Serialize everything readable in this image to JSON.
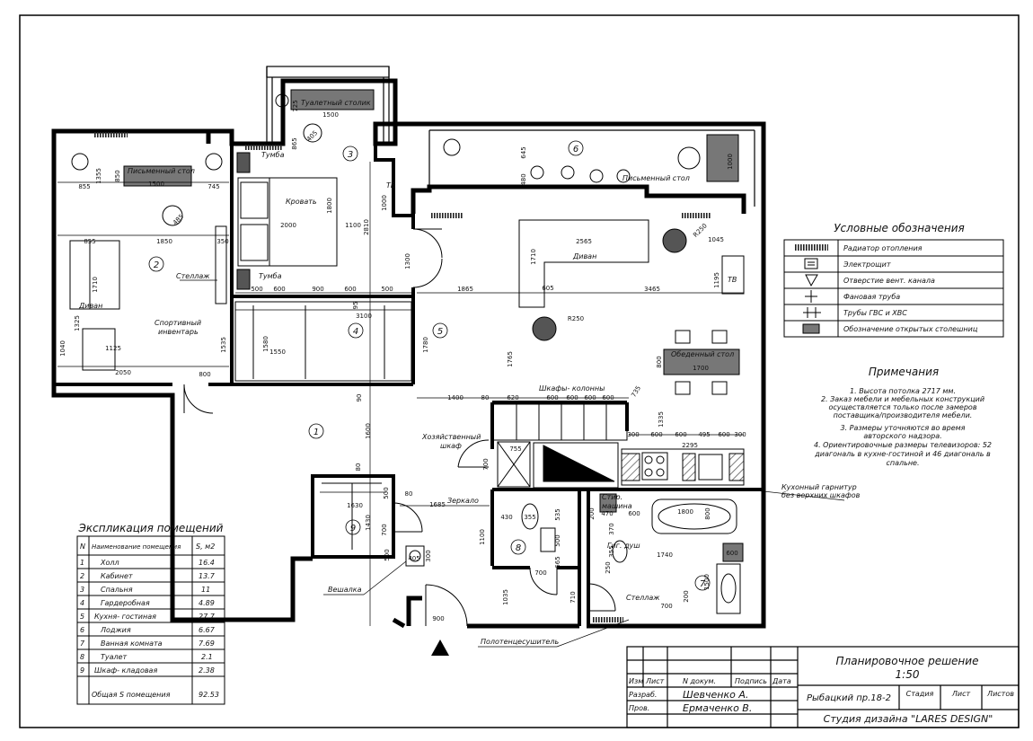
{
  "rooms": [
    {
      "num": "1"
    },
    {
      "num": "2"
    },
    {
      "num": "3"
    },
    {
      "num": "4"
    },
    {
      "num": "5"
    },
    {
      "num": "6"
    },
    {
      "num": "7"
    },
    {
      "num": "8"
    },
    {
      "num": "9"
    }
  ],
  "labels": {
    "tualetny_stolik": "Туалетный столик",
    "tumba1": "Тумба",
    "tumba2": "Тумба",
    "krovat": "Кровать",
    "tv1": "ТВ",
    "tv2": "ТВ",
    "pismenny_stol1": "Письменный стол",
    "pismenny_stol2": "Письменный стол",
    "stellazh1": "Стеллаж",
    "stellazh2": "Стеллаж",
    "divan1": "Диван",
    "divan2": "Диван",
    "sport1": "Спортивный",
    "sport2": "инвентарь",
    "obedenny_stol": "Обеденный стол",
    "shkafy_kolonny": "Шкафы- колонны",
    "hoz_shkaf1": "Хозяйственный",
    "hoz_shkaf2": "шкаф",
    "zerkalo": "Зеркало",
    "stir1": "Стир.",
    "stir2": "машина",
    "gig_dush": "Гиг. душ",
    "veshalka": "Вешалка",
    "polotenc": "Полотенцесушитель",
    "kuhonny1": "Кухонный гарнитур",
    "kuhonny2": "без верхних шкафов"
  },
  "dims": {
    "d855a": "855",
    "d1355": "1355",
    "d850": "850",
    "d1500a": "1500",
    "d745": "745",
    "d485a": "485",
    "d1850": "1850",
    "d855b": "855",
    "d350": "350",
    "d1710a": "1710",
    "d1325": "1325",
    "d1040": "1040",
    "d1125": "1125",
    "d2050": "2050",
    "d800a": "800",
    "d1535": "1535",
    "d725": "725",
    "d1500b": "1500",
    "d865": "865",
    "d405a": "405",
    "d1000a": "1000",
    "d2000": "2000",
    "d1800a": "1800",
    "d1100a": "1100",
    "d2810": "2810",
    "d500a": "500",
    "d600a": "600",
    "d900a": "900",
    "d600b": "600",
    "d500b": "500",
    "d95": "95",
    "d3100": "3100",
    "d1580": "1580",
    "d1550": "1550",
    "d1300": "1300",
    "d1865": "1865",
    "d3465": "3465",
    "d2565": "2565",
    "d1710b": "1710",
    "d605": "605",
    "d250a": "R250",
    "d250b": "R250",
    "d1045": "1045",
    "d1195": "1195",
    "d1780": "1780",
    "d1765": "1765",
    "d800b": "800",
    "d1700": "1700",
    "d645": "645",
    "d480": "480",
    "d1000b": "1000",
    "d1400": "1400",
    "d80a": "80",
    "d620": "620",
    "d600c": "600",
    "d600d": "600",
    "d600e": "600",
    "d600f": "600",
    "d735": "735",
    "d1335": "1335",
    "d300a": "300",
    "d600g": "600",
    "d600h": "600",
    "d495": "495",
    "d600i": "600",
    "d300b": "300",
    "d2295": "2295",
    "d755": "755",
    "d700a": "700",
    "d90": "90",
    "d1600": "1600",
    "d80b": "80",
    "d80c": "80",
    "d1630": "1630",
    "d500c": "500",
    "d1430": "1430",
    "d700b": "700",
    "d1685": "1685",
    "d430": "430",
    "d355a": "355",
    "d535": "535",
    "d1100b": "1100",
    "d500d": "500",
    "d665": "665",
    "d700c": "700",
    "d200": "200",
    "d470": "470",
    "d600j": "600",
    "d1800b": "1800",
    "d800c": "800",
    "d370": "370",
    "d355b": "355",
    "d250c": "250",
    "d1740": "1740",
    "d600k": "600",
    "d1500c": "1500",
    "d405b": "405",
    "d300c": "300",
    "d1035": "1035",
    "d710": "710",
    "d700d": "700",
    "d200b": "200",
    "d900b": "900",
    "d500e": "500"
  },
  "legend": {
    "title": "Условные обозначения",
    "items": [
      {
        "label": "Радиатор отопления"
      },
      {
        "label": "Электрощит"
      },
      {
        "label": "Отверстие вент. канала"
      },
      {
        "label": "Фановая труба"
      },
      {
        "label": "Трубы ГВС и ХВС"
      },
      {
        "label": "Обозначение открытых столешниц"
      }
    ]
  },
  "notes": {
    "title": "Примечания",
    "lines": [
      "1. Высота потолка 2717 мм.",
      "2. Заказ мебели и мебельных конструкций",
      "осуществляется только после замеров",
      "поставщика/производителя мебели.",
      "3. Размеры уточняются во время",
      "авторского надзора.",
      "4. Ориентировочные размеры телевизоров: 52",
      "диагональ в кухне-гостиной и 46 диагональ в",
      "спальне."
    ]
  },
  "explication": {
    "title": "Экспликация помещений",
    "head_n": "N",
    "head_name": "Наименование помещения",
    "head_s": "S, м2",
    "rows": [
      {
        "n": "1",
        "name": "Холл",
        "s": "16.4"
      },
      {
        "n": "2",
        "name": "Кабинет",
        "s": "13.7"
      },
      {
        "n": "3",
        "name": "Спальня",
        "s": "11"
      },
      {
        "n": "4",
        "name": "Гардеробная",
        "s": "4.89"
      },
      {
        "n": "5",
        "name": "Кухня- гостиная",
        "s": "27.7"
      },
      {
        "n": "6",
        "name": "Лоджия",
        "s": "6.67"
      },
      {
        "n": "7",
        "name": "Ванная комната",
        "s": "7.69"
      },
      {
        "n": "8",
        "name": "Туалет",
        "s": "2.1"
      },
      {
        "n": "9",
        "name": "Шкаф- кладовая",
        "s": "2.38"
      }
    ],
    "total_label": "Общая S помещения",
    "total_value": "92.53"
  },
  "stamp": {
    "title": "Планировочное решение",
    "scale": "1:50",
    "izm": "Изм",
    "list": "Лист",
    "ndok": "N докум.",
    "podpis": "Подпись",
    "data": "Дата",
    "razrab": "Разраб.",
    "razrab_name": "Шевченко А.",
    "prov": "Пров.",
    "prov_name": "Ермаченко В.",
    "address": "Рыбацкий пр.18-2",
    "stadiya": "Стадия",
    "list2": "Лист",
    "listov": "Листов",
    "studio": "Студия дизайна \"LARES DESIGN\""
  }
}
